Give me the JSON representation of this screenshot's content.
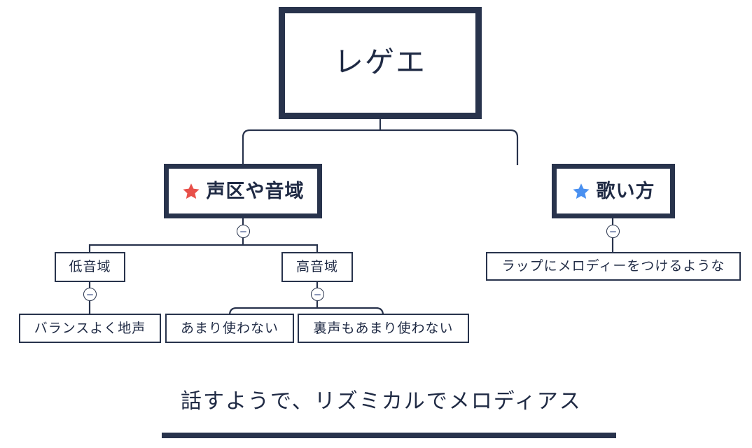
{
  "diagram": {
    "title": "レゲエ",
    "root": {
      "label": "レゲエ"
    },
    "branches": [
      {
        "label": "声区や音域",
        "icon": "star-icon",
        "icon_color": "#e8504a"
      },
      {
        "label": "歌い方",
        "icon": "star-icon",
        "icon_color": "#4a90f0"
      }
    ],
    "level3": [
      {
        "label": "低音域"
      },
      {
        "label": "高音域"
      },
      {
        "label": "ラップにメロディーをつけるような"
      }
    ],
    "leaves": [
      {
        "label": "バランスよく地声"
      },
      {
        "label": "あまり使わない"
      },
      {
        "label": "裏声もあまり使わない"
      }
    ],
    "toggles": [
      {
        "state": "minus",
        "owner": "声区や音域"
      },
      {
        "state": "minus",
        "owner": "歌い方"
      },
      {
        "state": "minus",
        "owner": "低音域"
      },
      {
        "state": "minus",
        "owner": "高音域"
      }
    ],
    "caption": "話すようで、リズミカルでメロディアス",
    "colors": {
      "line": "#28334c",
      "text": "#1f2a44",
      "star_red": "#e8504a",
      "star_blue": "#4a90f0",
      "toggle_dash": "#8b97b8",
      "background": "#ffffff"
    }
  }
}
